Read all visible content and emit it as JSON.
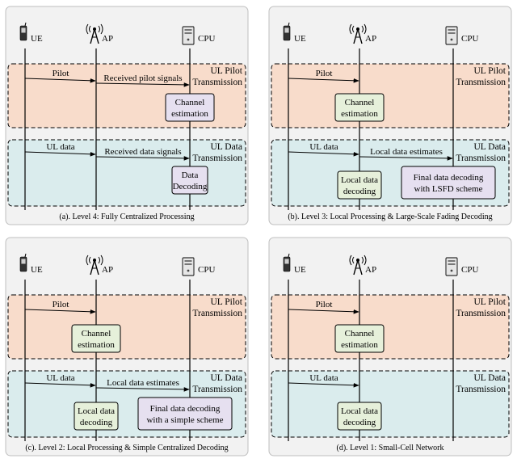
{
  "node_labels": {
    "ue": "UE",
    "ap": "AP",
    "cpu": "CPU"
  },
  "colors": {
    "panel_bg": "#f2f2f2",
    "panel_border": "#bfbfbf",
    "pilot_band": "#f8dccb",
    "data_band": "#daeced",
    "box_green": "#e6f0da",
    "box_lavender": "#e6e0f0",
    "line": "#000000"
  },
  "panels": [
    {
      "id": "level4",
      "caption": "(a). Level 4: Fully Centralized Processing",
      "pilot_region": {
        "label_line1": "UL Pilot",
        "label_line2": "Transmission"
      },
      "data_region": {
        "label_line1": "UL Data",
        "label_line2": "Transmission"
      },
      "pilot_arrows": [
        {
          "from": "ue",
          "to": "ap",
          "label": "Pilot"
        },
        {
          "from": "ap",
          "to": "cpu",
          "label": "Received pilot signals"
        }
      ],
      "data_arrows": [
        {
          "from": "ue",
          "to": "ap",
          "label": "UL data"
        },
        {
          "from": "ap",
          "to": "cpu",
          "label": "Received data signals"
        }
      ],
      "boxes": [
        {
          "node": "cpu",
          "region": "pilot",
          "line1": "Channel",
          "line2": "estimation",
          "style": "lavender"
        },
        {
          "node": "cpu",
          "region": "data",
          "line1": "Data",
          "line2": "Decoding",
          "style": "lavender"
        }
      ]
    },
    {
      "id": "level3",
      "caption": "(b). Level 3: Local Processing & Large-Scale Fading Decoding",
      "pilot_region": {
        "label_line1": "UL Pilot",
        "label_line2": "Transmission"
      },
      "data_region": {
        "label_line1": "UL Data",
        "label_line2": "Transmission"
      },
      "pilot_arrows": [
        {
          "from": "ue",
          "to": "ap",
          "label": "Pilot"
        }
      ],
      "data_arrows": [
        {
          "from": "ue",
          "to": "ap",
          "label": "UL data"
        },
        {
          "from": "ap",
          "to": "cpu",
          "label": "Local data estimates"
        }
      ],
      "boxes": [
        {
          "node": "ap",
          "region": "pilot",
          "line1": "Channel",
          "line2": "estimation",
          "style": "green"
        },
        {
          "node": "ap",
          "region": "data",
          "line1": "Local data",
          "line2": "decoding",
          "style": "green"
        },
        {
          "node": "cpu",
          "region": "data",
          "line1": "Final data decoding",
          "line2": "with  LSFD scheme",
          "style": "lavender"
        }
      ]
    },
    {
      "id": "level2",
      "caption": "(c). Level 2:  Local Processing & Simple Centralized Decoding",
      "pilot_region": {
        "label_line1": "UL Pilot",
        "label_line2": "Transmission"
      },
      "data_region": {
        "label_line1": "UL Data",
        "label_line2": "Transmission"
      },
      "pilot_arrows": [
        {
          "from": "ue",
          "to": "ap",
          "label": "Pilot"
        }
      ],
      "data_arrows": [
        {
          "from": "ue",
          "to": "ap",
          "label": "UL data"
        },
        {
          "from": "ap",
          "to": "cpu",
          "label": "Local data estimates"
        }
      ],
      "boxes": [
        {
          "node": "ap",
          "region": "pilot",
          "line1": "Channel",
          "line2": "estimation",
          "style": "green"
        },
        {
          "node": "ap",
          "region": "data",
          "line1": "Local data",
          "line2": "decoding",
          "style": "green"
        },
        {
          "node": "cpu",
          "region": "data",
          "line1": "Final data decoding",
          "line2": "with a simple scheme",
          "style": "lavender"
        }
      ]
    },
    {
      "id": "level1",
      "caption": "(d). Level 1: Small-Cell Network",
      "pilot_region": {
        "label_line1": "UL Pilot",
        "label_line2": "Transmission"
      },
      "data_region": {
        "label_line1": "UL Data",
        "label_line2": "Transmission"
      },
      "pilot_arrows": [
        {
          "from": "ue",
          "to": "ap",
          "label": "Pilot"
        }
      ],
      "data_arrows": [
        {
          "from": "ue",
          "to": "ap",
          "label": "UL data"
        }
      ],
      "boxes": [
        {
          "node": "ap",
          "region": "pilot",
          "line1": "Channel",
          "line2": "estimation",
          "style": "green"
        },
        {
          "node": "ap",
          "region": "data",
          "line1": "Local data",
          "line2": "decoding",
          "style": "green"
        }
      ]
    }
  ]
}
